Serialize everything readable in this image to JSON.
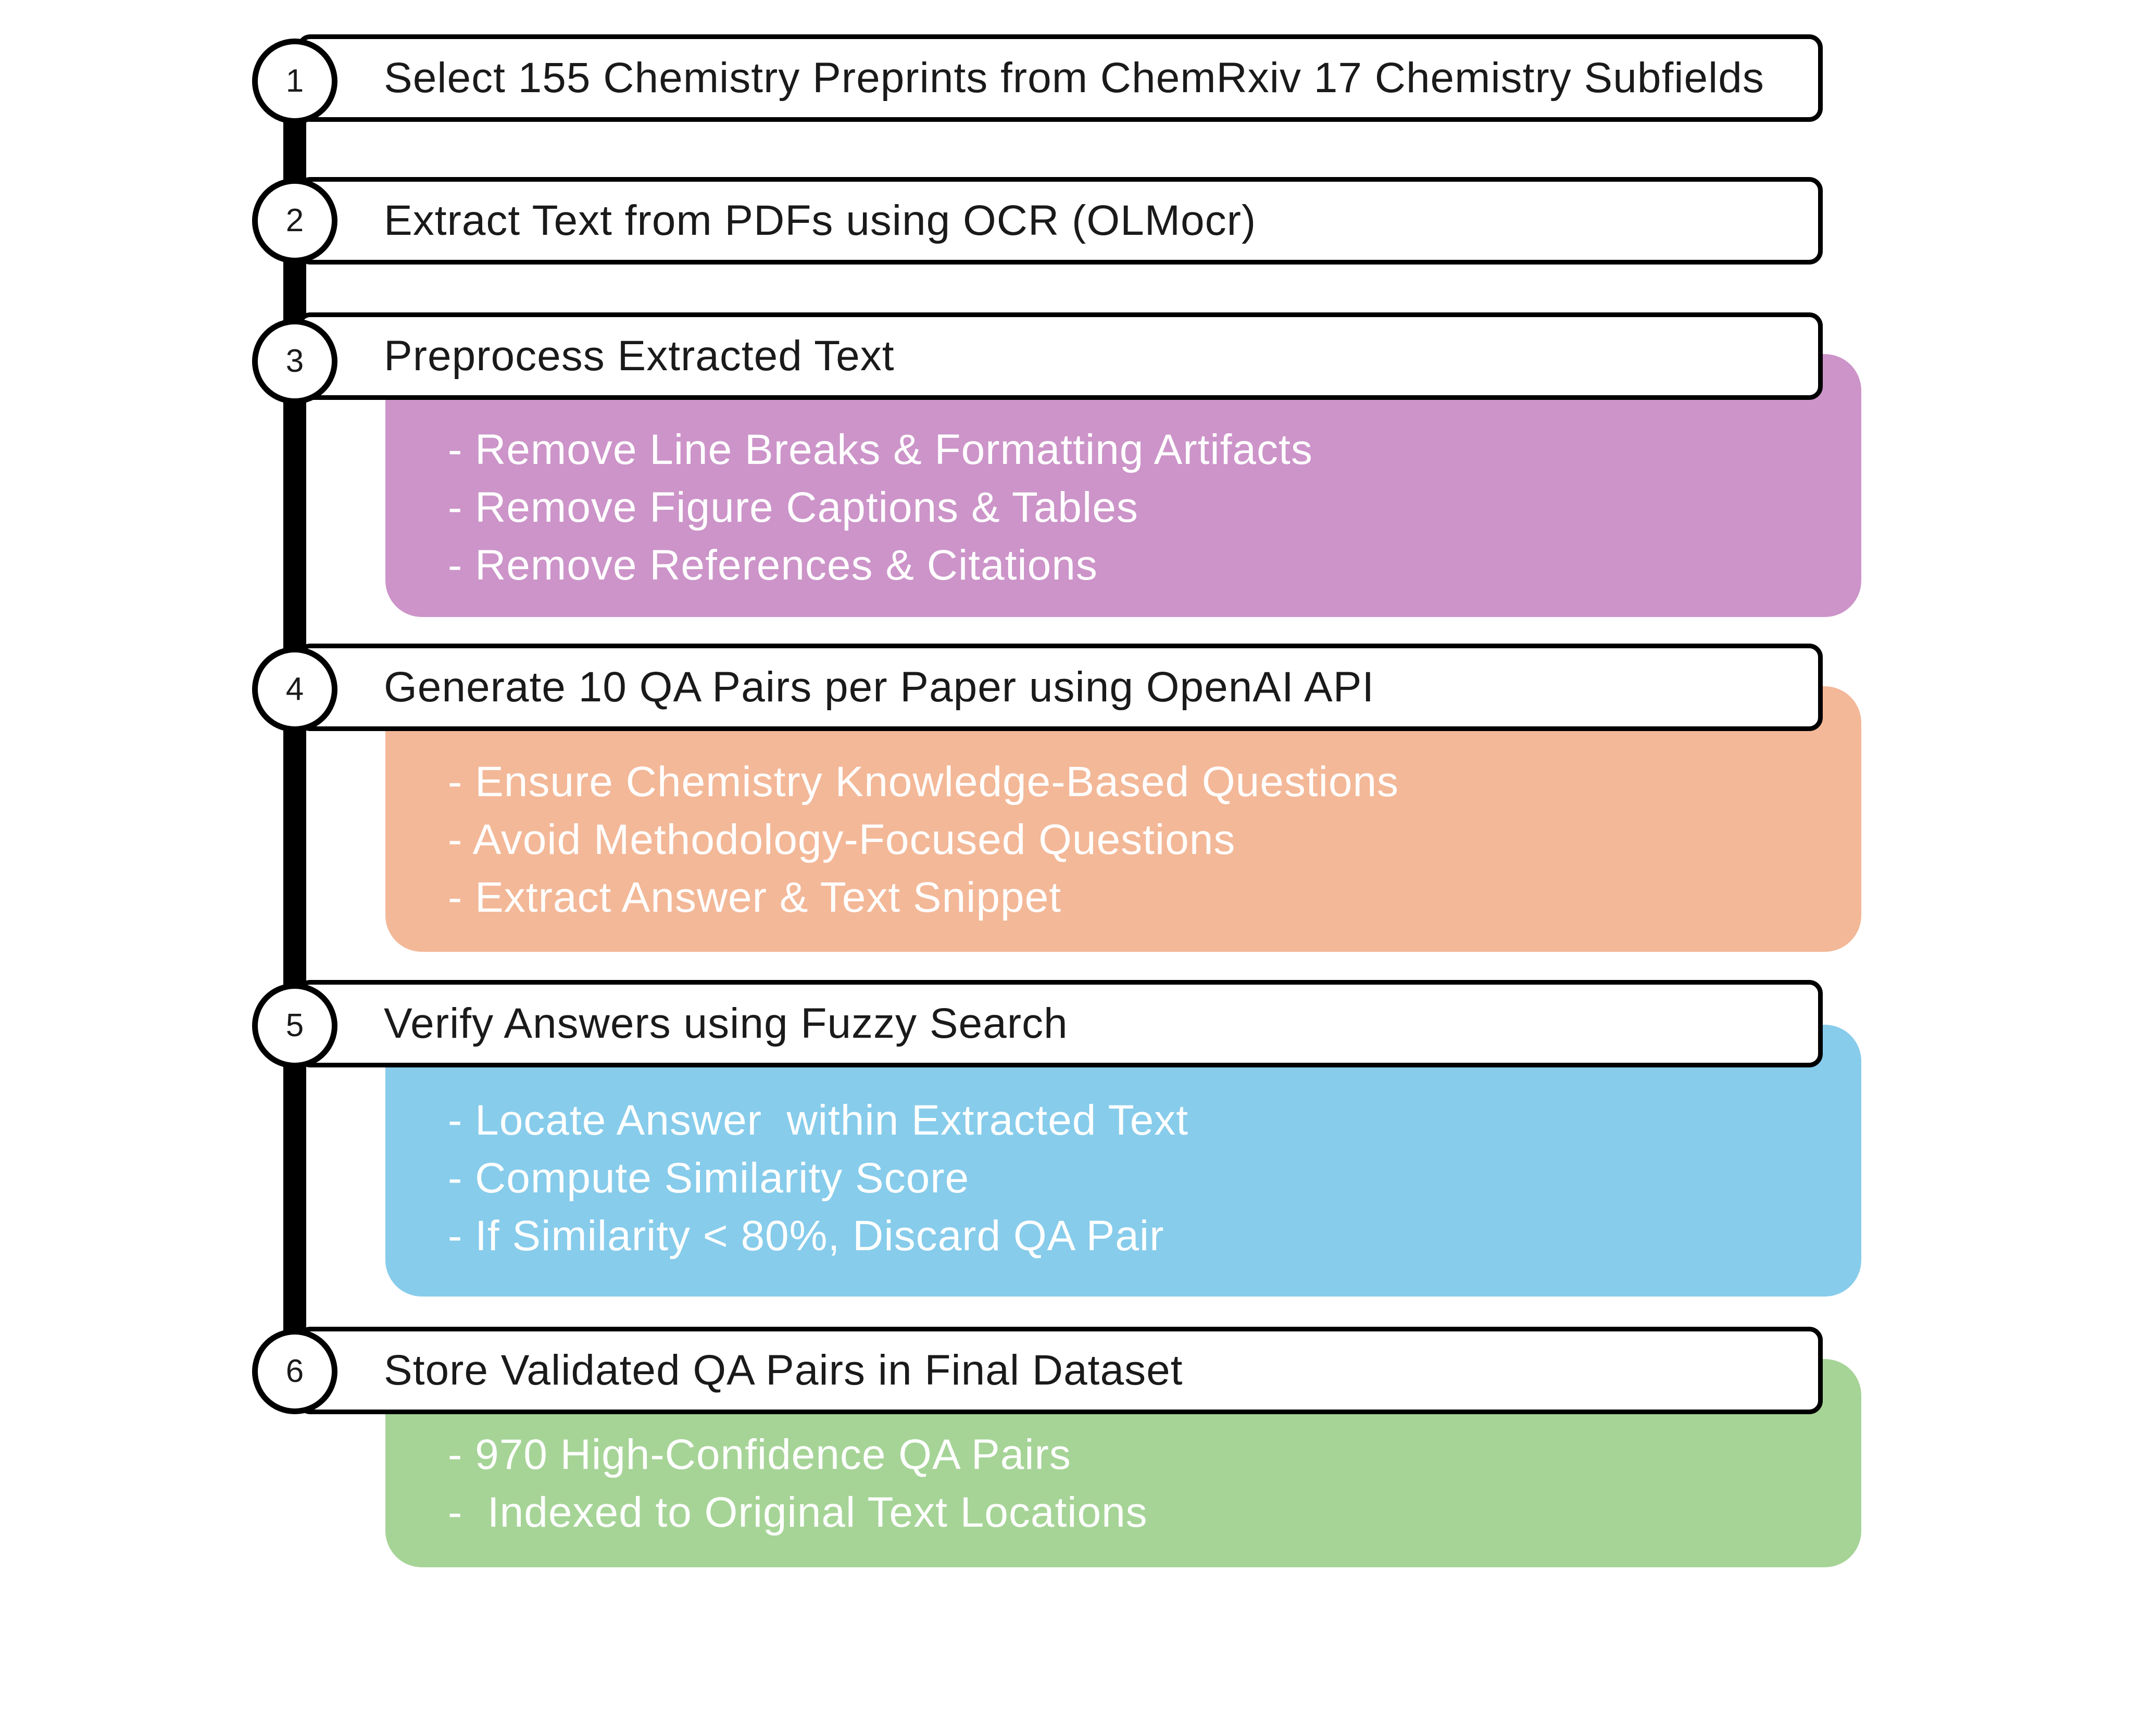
{
  "colors": {
    "preprocess": "#cc94c9",
    "generate": "#f3b898",
    "verify": "#87cceb",
    "store": "#a6d497",
    "outline": "#000000"
  },
  "steps": [
    {
      "number": "1",
      "title": "Select 155 Chemistry Preprints from  ChemRxiv 17 Chemistry Subfields",
      "details": []
    },
    {
      "number": "2",
      "title": "Extract Text from PDFs using OCR (OLMocr)",
      "details": []
    },
    {
      "number": "3",
      "title": "Preprocess Extracted Text",
      "details": [
        "- Remove Line Breaks & Formatting Artifacts",
        "- Remove Figure Captions & Tables",
        "- Remove References & Citations"
      ]
    },
    {
      "number": "4",
      "title": "Generate 10 QA Pairs per Paper using OpenAI API",
      "details": [
        "- Ensure Chemistry Knowledge-Based Questions",
        "- Avoid Methodology-Focused Questions",
        "- Extract Answer & Text Snippet"
      ]
    },
    {
      "number": "5",
      "title": "Verify Answers using Fuzzy Search",
      "details": [
        "- Locate Answer  within Extracted Text",
        "- Compute Similarity Score",
        "- If Similarity < 80%, Discard QA Pair"
      ]
    },
    {
      "number": "6",
      "title": "Store Validated QA Pairs in Final Dataset",
      "details": [
        "- 970 High-Confidence QA Pairs",
        "-  Indexed to Original Text Locations"
      ]
    }
  ]
}
